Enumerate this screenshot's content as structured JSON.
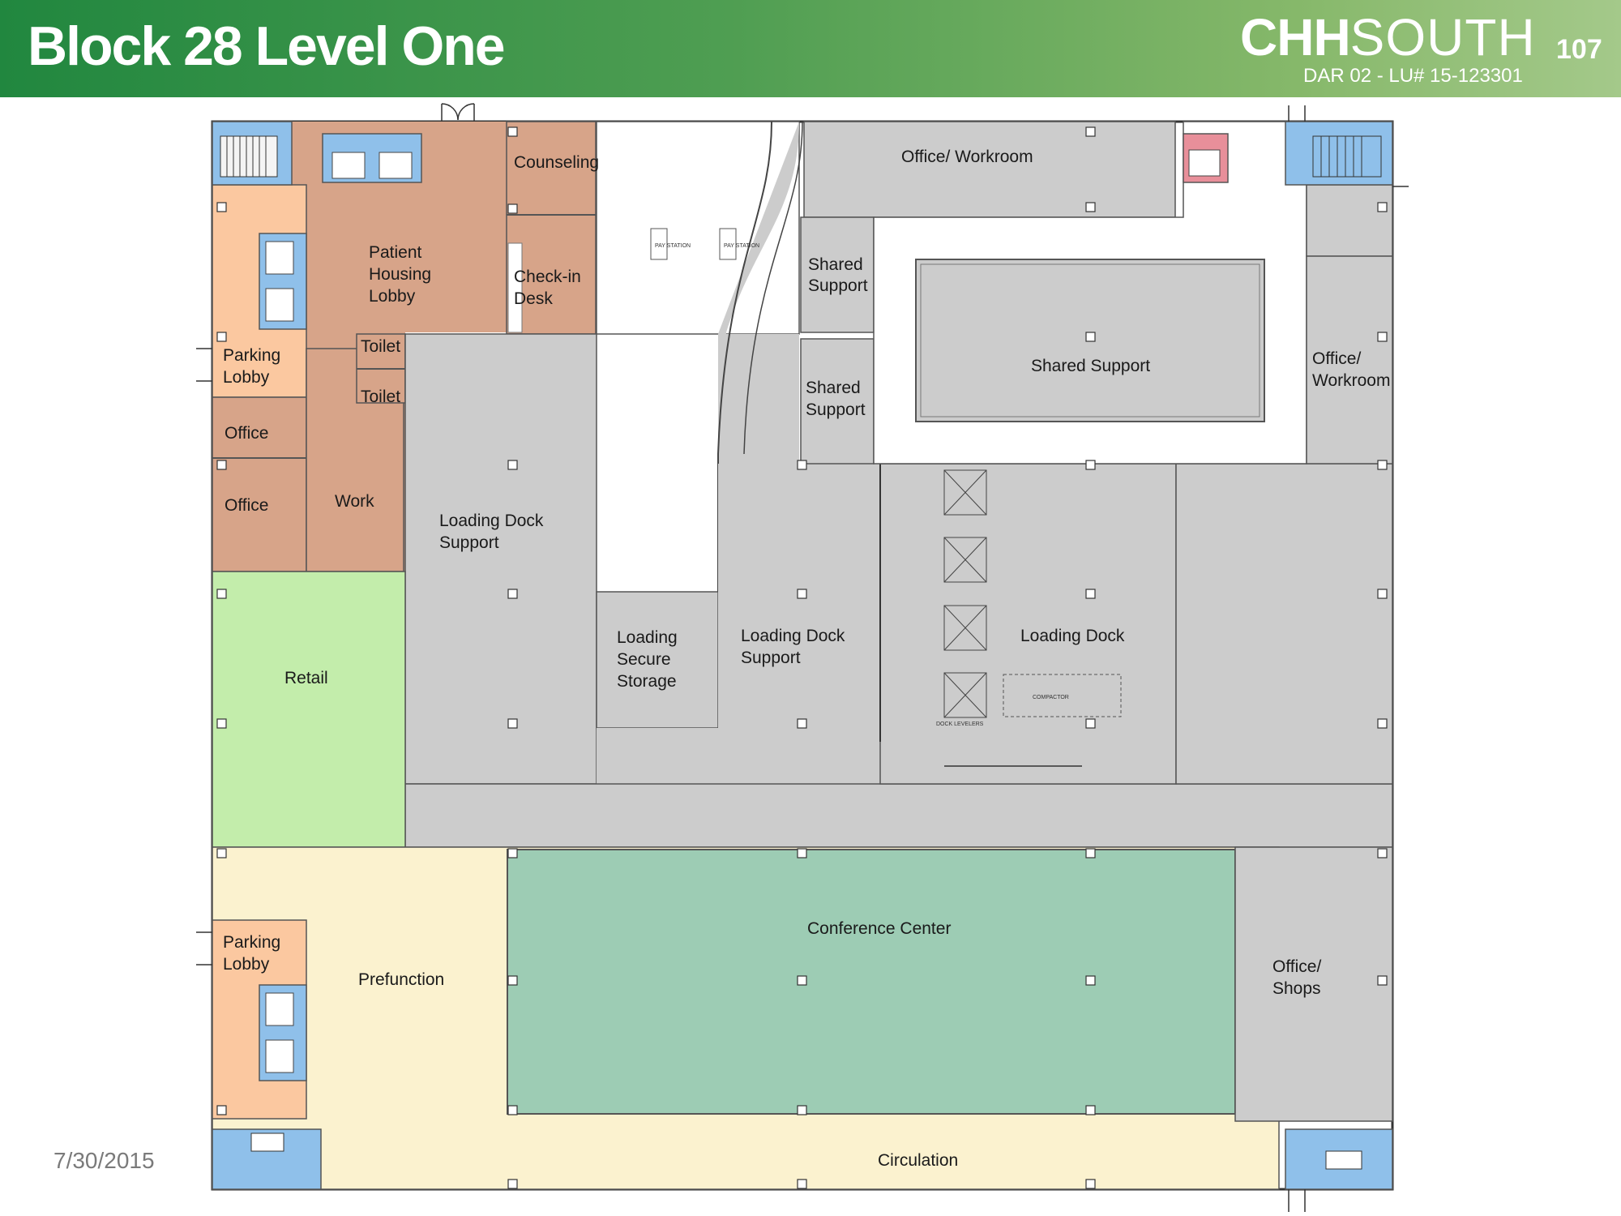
{
  "header": {
    "title": "Block 28 Level One",
    "brand_bold": "CHH",
    "brand_thin": "SOUTH",
    "page_number": "107",
    "doc_ref": "DAR 02  - LU# 15-123301"
  },
  "footer": {
    "date": "7/30/2015"
  },
  "colors": {
    "header_start": "#21873f",
    "header_end": "#a4c98a",
    "support_gray": "#cccccc",
    "clinic_brown": "#d7a489",
    "parking_lobby_peach": "#fbc8a0",
    "retail_green": "#c3edab",
    "conference_green": "#9dccb4",
    "prefunction_cream": "#fbf2cf",
    "circulation_blue": "#8fc0ea",
    "toilet_pink": "#e88f9a"
  },
  "rooms": {
    "counseling": "Counseling",
    "patient_lobby": [
      "Patient",
      "Housing",
      "Lobby"
    ],
    "checkin": [
      "Check-in",
      "Desk"
    ],
    "toilet_1": "Toilet",
    "toilet_2": "Toilet",
    "parking_lobby_north": [
      "Parking",
      "Lobby"
    ],
    "office_1": "Office",
    "office_2": "Office",
    "work": "Work",
    "office_workroom_top": "Office/ Workroom",
    "shared_support_1": [
      "Shared",
      "Support"
    ],
    "shared_support_2": [
      "Shared",
      "Support"
    ],
    "shared_support_main": "Shared Support",
    "office_workroom_east": [
      "Office/",
      "Workroom"
    ],
    "loading_dock_support_west": [
      "Loading Dock",
      "Support"
    ],
    "loading_secure_storage": [
      "Loading",
      "Secure",
      "Storage"
    ],
    "loading_dock_support_mid": [
      "Loading Dock",
      "Support"
    ],
    "loading_dock": "Loading Dock",
    "compactor": "COMPACTOR",
    "dock_levelers": "DOCK LEVELERS",
    "pay_station_1": "PAY STATION",
    "pay_station_2": "PAY STATION",
    "retail": "Retail",
    "conference_center": "Conference Center",
    "parking_lobby_south": [
      "Parking",
      "Lobby"
    ],
    "prefunction": "Prefunction",
    "office_shops": [
      "Office/",
      "Shops"
    ],
    "circulation": "Circulation"
  }
}
